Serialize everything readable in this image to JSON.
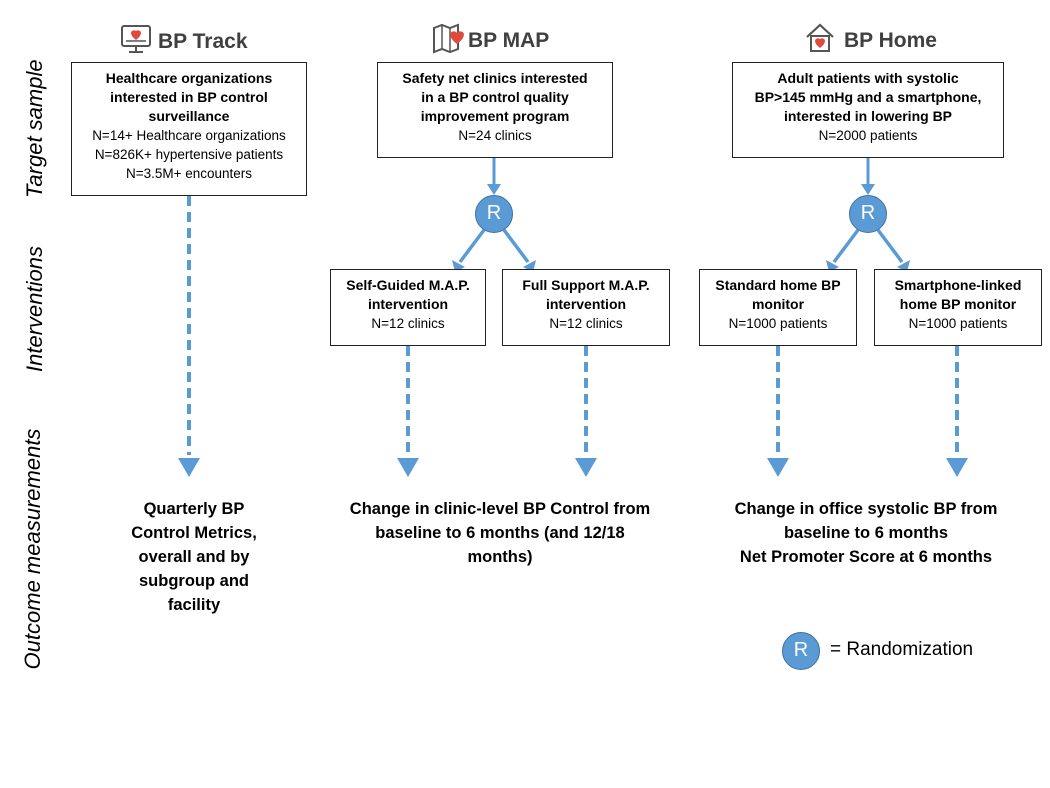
{
  "row_labels": {
    "target": "Target sample",
    "interventions": "Interventions",
    "outcomes": "Outcome measurements"
  },
  "programs": {
    "track": {
      "title": "BP Track",
      "icon": "monitor-heart-icon",
      "box": {
        "line1": "Healthcare organizations",
        "line2": "interested in BP control",
        "line3": "surveillance",
        "n1": "N=14+ Healthcare organizations",
        "n2": "N=826K+ hypertensive patients",
        "n3": "N=3.5M+ encounters"
      },
      "outcome": [
        "Quarterly BP",
        "Control Metrics,",
        "overall and by",
        "subgroup and",
        "facility"
      ]
    },
    "map": {
      "title": "BP MAP",
      "icon": "map-heart-icon",
      "box": {
        "line1": "Safety net clinics interested",
        "line2": "in a BP control quality",
        "line3": "improvement program",
        "n1": "N=24 clinics"
      },
      "arm1": {
        "line1": "Self-Guided M.A.P.",
        "line2": "intervention",
        "n": "N=12 clinics"
      },
      "arm2": {
        "line1": "Full Support M.A.P.",
        "line2": "intervention",
        "n": "N=12 clinics"
      },
      "outcome": [
        "Change in clinic-level BP Control from",
        "baseline to 6 months (and 12/18",
        "months)"
      ]
    },
    "home": {
      "title": "BP Home",
      "icon": "house-heart-icon",
      "box": {
        "line1": "Adult patients with systolic",
        "line2": "BP>145 mmHg and a smartphone,",
        "line3": "interested in lowering BP",
        "n1": "N=2000 patients"
      },
      "arm1": {
        "line1": "Standard home BP",
        "line2": "monitor",
        "n": "N=1000 patients"
      },
      "arm2": {
        "line1": "Smartphone-linked",
        "line2": "home BP monitor",
        "n": "N=1000 patients"
      },
      "outcome": [
        "Change in office systolic BP from",
        "baseline to 6 months",
        "Net Promoter Score at 6 months"
      ]
    }
  },
  "randomization": {
    "symbol": "R",
    "legend": "= Randomization"
  },
  "colors": {
    "arrow": "#5b9bd5",
    "circle": "#5b9bd5",
    "header": "#404040"
  }
}
